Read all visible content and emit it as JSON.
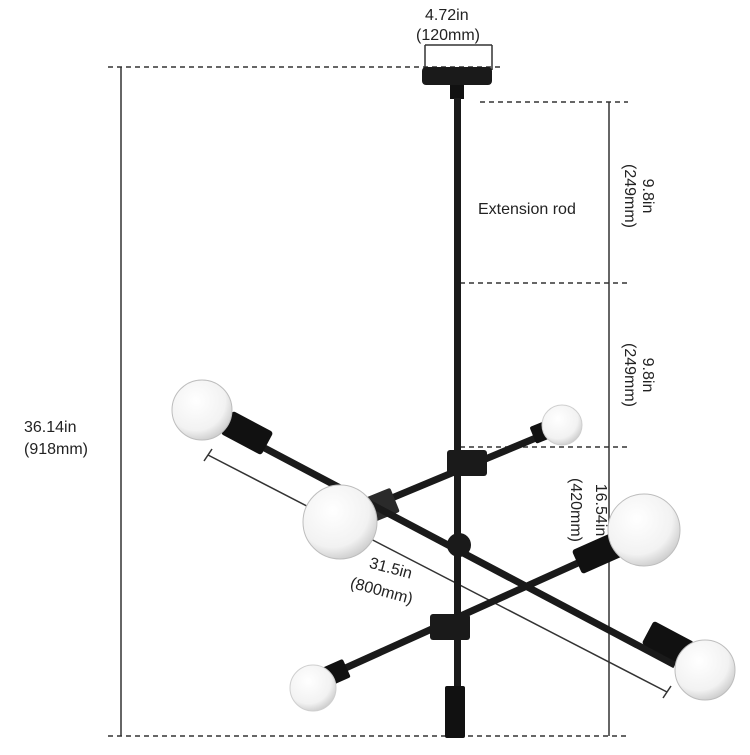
{
  "dimensions": {
    "top_width": {
      "imperial": "4.72in",
      "metric": "(120mm)"
    },
    "total_height": {
      "imperial": "36.14in",
      "metric": "(918mm)"
    },
    "rod_1": {
      "imperial": "9.8in",
      "metric": "(249mm)"
    },
    "rod_2": {
      "imperial": "9.8in",
      "metric": "(249mm)"
    },
    "arm_length": {
      "imperial": "31.5in",
      "metric": "(800mm)"
    },
    "body_height": {
      "imperial": "16.54in",
      "metric": "(420mm)"
    }
  },
  "labels": {
    "extension_rod": "Extension rod"
  },
  "colors": {
    "metal": "#1a1a1a",
    "bulb": "#f2f2f2",
    "dim_line": "#333333"
  }
}
